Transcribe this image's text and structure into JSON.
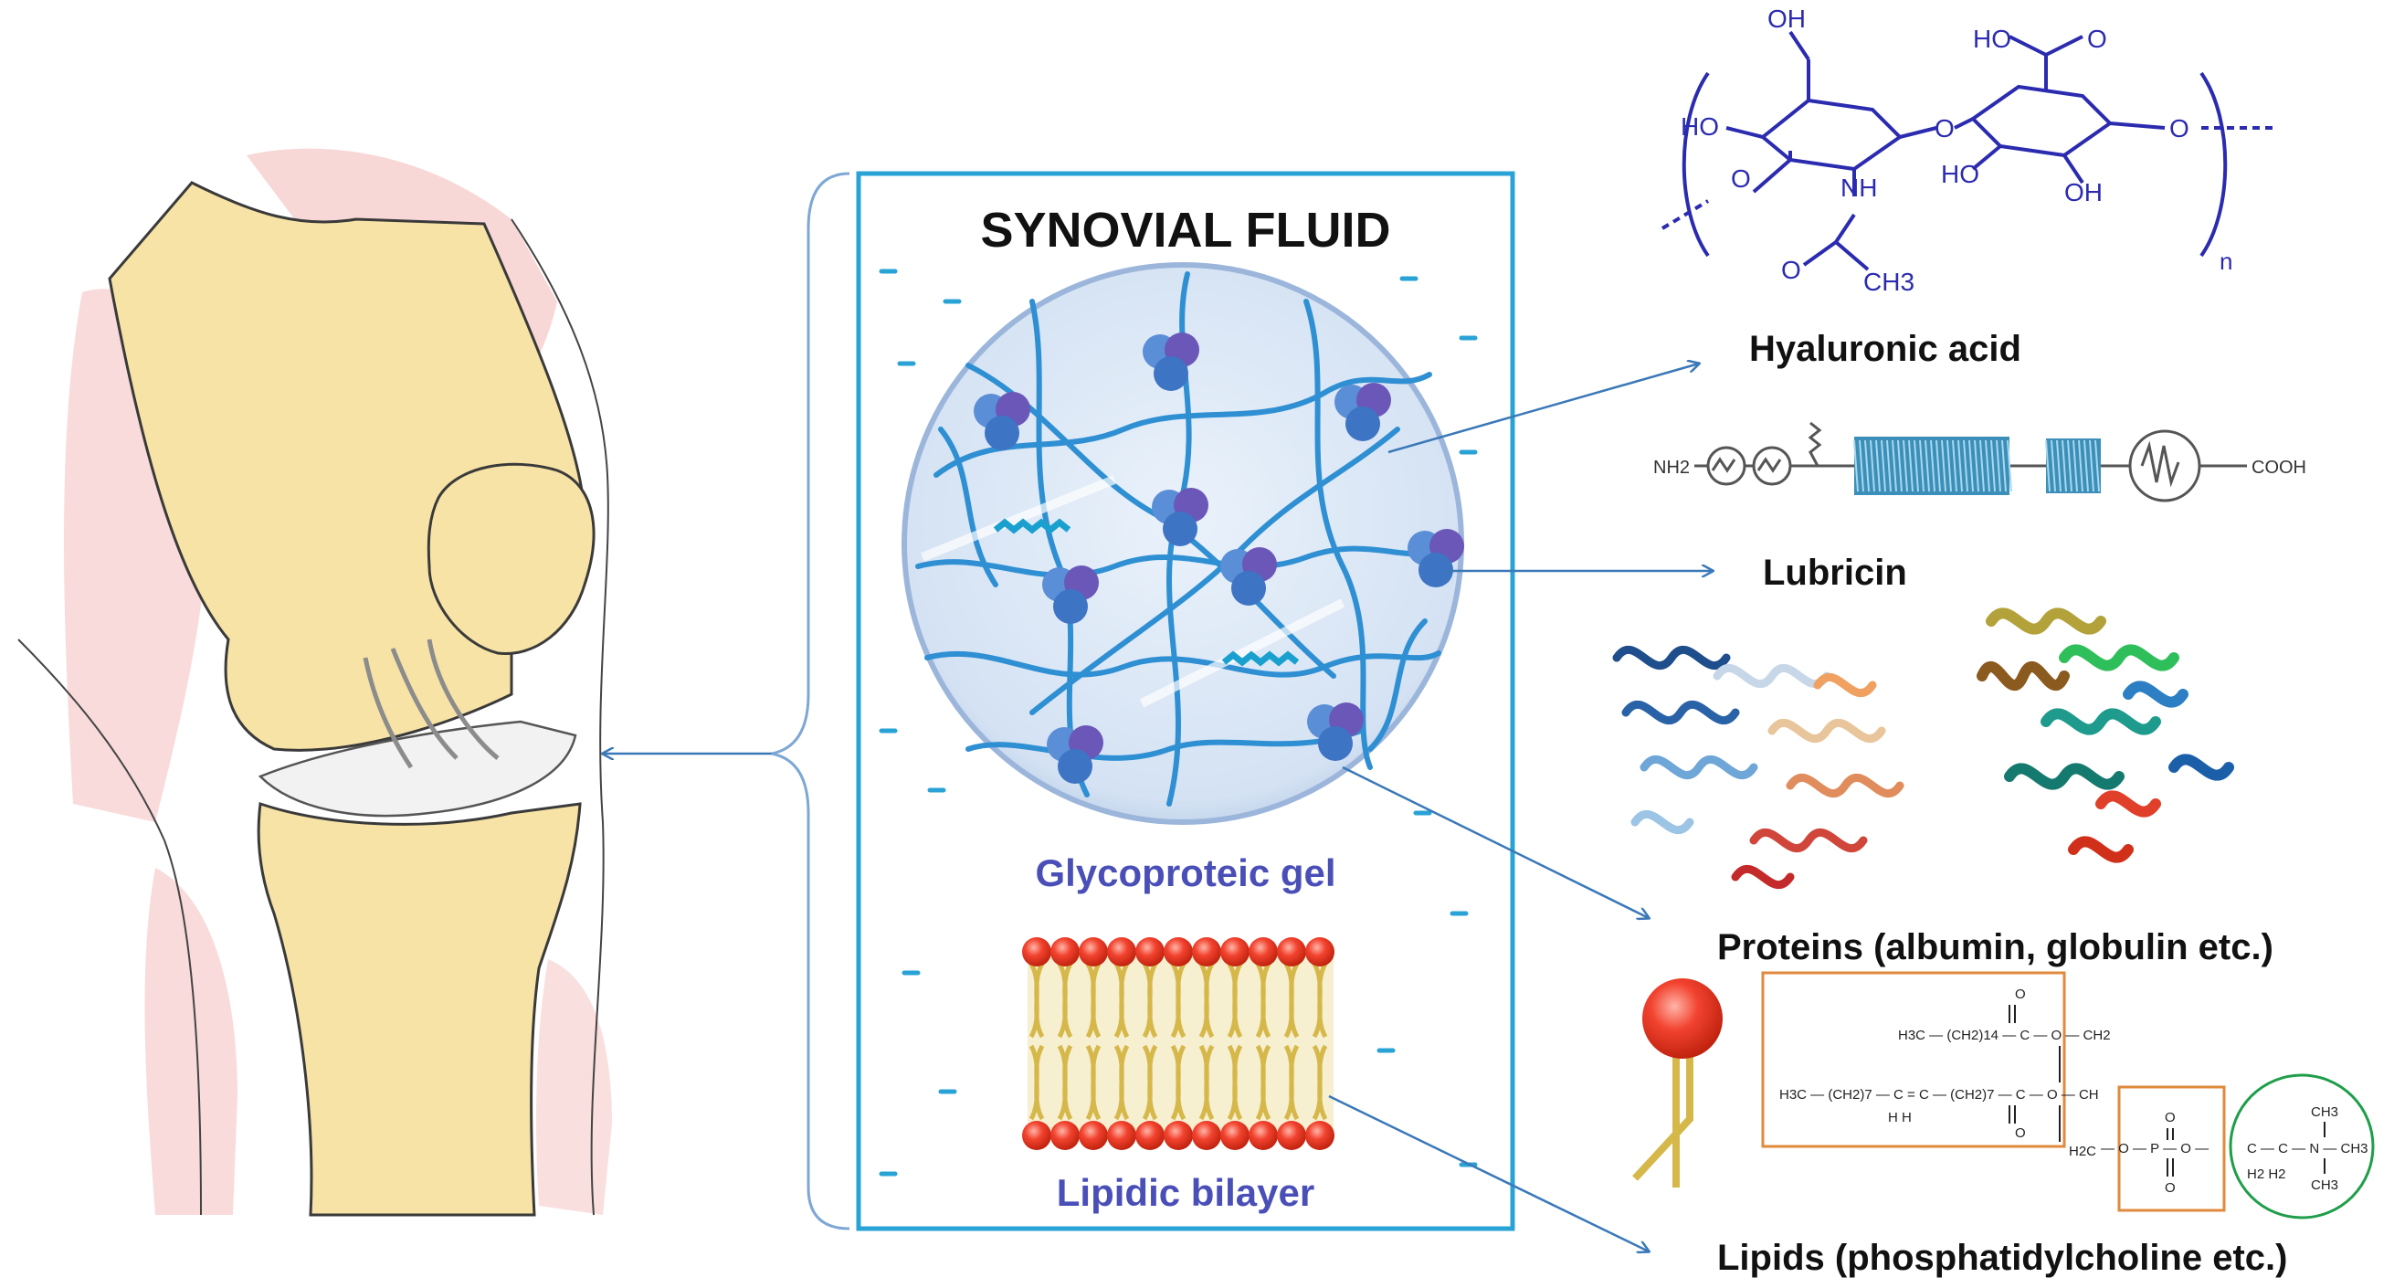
{
  "panel": {
    "title": "SYNOVIAL FLUID",
    "gel_label": "Glycoproteic gel",
    "bilayer_label": "Lipidic bilayer"
  },
  "components": {
    "hyaluronic_acid": "Hyaluronic acid",
    "lubricin": "Lubricin",
    "proteins": "Proteins (albumin, globulin etc.)",
    "lipids": "Lipids (phosphatidylcholine etc.)"
  },
  "ha_structure": {
    "oh_top": "OH",
    "ho_left": "HO",
    "nh": "NH",
    "ch3": "CH3",
    "o_keto": "O",
    "ho_acid": "HO",
    "o_acid": "O",
    "ho_ring2": "HO",
    "oh_ring2": "OH",
    "o_link": "O",
    "o_end": "O",
    "o_left": "O",
    "subscript_n": "n"
  },
  "lubricin_diagram": {
    "nh2": "NH2",
    "cooh": "COOH"
  },
  "lipid_formula": {
    "chain1": "H3C — (CH2)14 — C — O — CH2",
    "chain2": "H3C — (CH2)7 — C = C — (CH2)7 — C — O — CH",
    "hh": "H    H",
    "o_a": "O",
    "o_b": "O",
    "o_c": "O",
    "o_d": "O",
    "h2c": "H2C",
    "phosphate": "— O — P — O —",
    "choline": "C — C — N — CH3",
    "h2h2": "H2   H2",
    "ch3_top": "CH3",
    "ch3_bot": "CH3"
  },
  "colors": {
    "panel_border": "#29a3d6",
    "fiber": "#2f8fd3",
    "gel_label": "#4a4fb8",
    "ha_structure": "#2b2bb0",
    "arrow": "#3a78b8",
    "lipid_head": "#e53a2a",
    "lipid_tail": "#d6b84a",
    "lipid_box": "#e08a3c",
    "choline_circle": "#1f9e4a",
    "bone": "#f7e3a6",
    "muscle": "#f3b7b7"
  }
}
